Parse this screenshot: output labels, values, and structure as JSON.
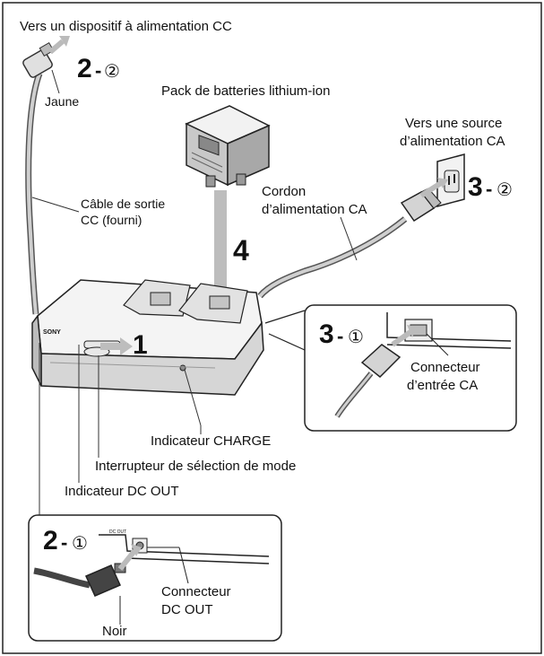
{
  "labels": {
    "dc_device": "Vers un dispositif à alimentation CC",
    "yellow": "Jaune",
    "battery_pack": "Pack de batteries lithium-ion",
    "ac_source_line1": "Vers une source",
    "ac_source_line2": "d’alimentation CA",
    "dc_cable_line1": "Câble de sortie",
    "dc_cable_line2": "CC (fourni)",
    "ac_cord_line1": "Cordon",
    "ac_cord_line2": "d’alimentation CA",
    "ac_in_line1": "Connecteur",
    "ac_in_line2": "d’entrée CA",
    "charge_indicator": "Indicateur CHARGE",
    "mode_switch": "Interrupteur de sélection de mode",
    "dc_out_indicator": "Indicateur DC OUT",
    "dc_out_conn_line1": "Connecteur",
    "dc_out_conn_line2": "DC OUT",
    "black": "Noir",
    "brand": "SONY",
    "panel_small_text": "DC OUT"
  },
  "steps": {
    "s1": "1",
    "s2": "2",
    "s3": "3",
    "s4": "4",
    "dash": "-",
    "c1": "①",
    "c2": "②"
  }
}
